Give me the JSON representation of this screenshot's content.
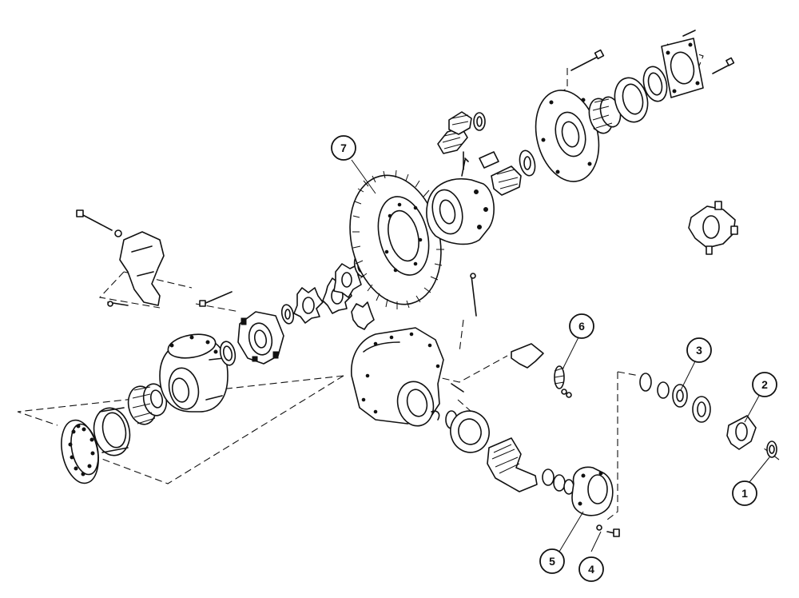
{
  "diagram": {
    "type": "exploded-parts-view",
    "callouts": [
      {
        "id": "1",
        "label": "1"
      },
      {
        "id": "2",
        "label": "2"
      },
      {
        "id": "3",
        "label": "3"
      },
      {
        "id": "4",
        "label": "4"
      },
      {
        "id": "5",
        "label": "5"
      },
      {
        "id": "6",
        "label": "6"
      },
      {
        "id": "7",
        "label": "7"
      }
    ]
  }
}
